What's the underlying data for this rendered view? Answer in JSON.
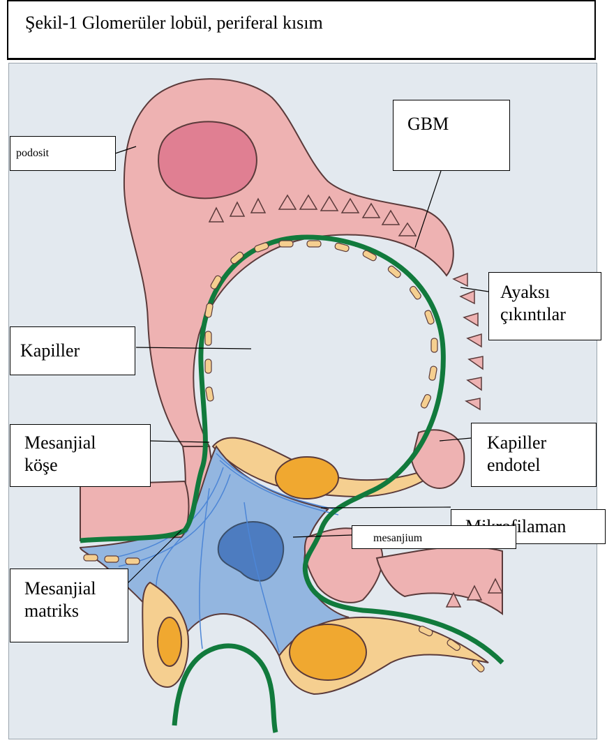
{
  "title": "Şekil-1 Glomerüler lobül, periferal kısım",
  "labels": {
    "podosit": "podosit",
    "gbm": "GBM",
    "ayaksi": "Ayaksı\nçıkıntılar",
    "kapiller": "Kapiller",
    "mesanjial_kose": "Mesanjial\nköşe",
    "kapiller_endotel": "Kapiller\nendotel",
    "mikrofilaman": "Mikrofilaman",
    "mesanjium": "mesanjium",
    "mesanjial_matriks": "Mesanjial\nmatriks"
  },
  "colors": {
    "background": "#e3e9ef",
    "podocyte": "#eeb2b2",
    "nucleus_podocyte": "#e07f92",
    "gbm": "#117a3c",
    "endothelium": "#f5cf90",
    "nucleus_endothelium": "#f0a830",
    "mesangium": "#93b6e0",
    "nucleus_mesangium": "#4d7cc0"
  }
}
